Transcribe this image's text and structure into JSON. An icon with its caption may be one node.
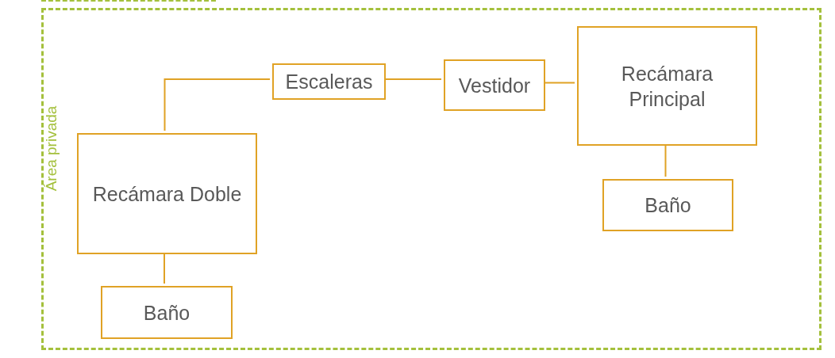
{
  "diagram": {
    "nodes": [
      {
        "text": [],
        "shape": "box"
      },
      {
        "text": [
          "Área privada"
        ]
      },
      {
        "text": [
          "Escaleras"
        ],
        "in": 1
      },
      {
        "text": [
          "Vestidor"
        ],
        "in": 1
      },
      {
        "text": [
          "Recámara Principal"
        ],
        "in": 1
      },
      {
        "text": [
          "Recámara Doble"
        ],
        "in": 1
      },
      {
        "text": [
          "Baño"
        ],
        "in": 1
      },
      {
        "text": [
          "Baño"
        ],
        "in": 1
      }
    ],
    "edges": [
      {
        "from": 5,
        "to": 2,
        "arrow": "none"
      },
      {
        "from": 2,
        "to": 3,
        "arrow": "none"
      },
      {
        "from": 3,
        "to": 4,
        "arrow": "none"
      },
      {
        "from": 4,
        "to": 6,
        "arrow": "none"
      },
      {
        "from": 5,
        "to": 7,
        "arrow": "none"
      }
    ]
  }
}
